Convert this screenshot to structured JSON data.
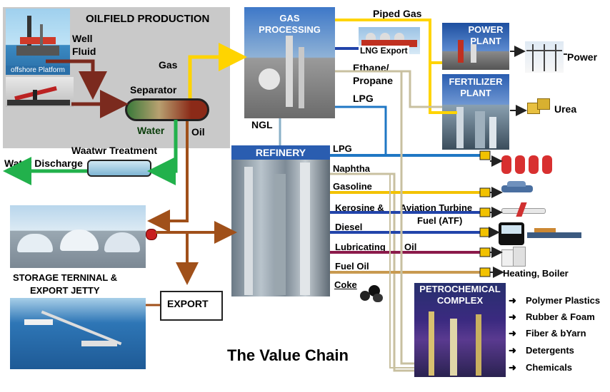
{
  "oilfield": {
    "title": "OILFIELD PRODUCTION",
    "offshore_label": "offshore Platform",
    "well_fluid_line1": "Well",
    "well_fluid_line2": "Fluid",
    "gas": "Gas",
    "separator": "Separator",
    "water": "Water",
    "oil": "Oil",
    "water_treatment": "Waatwr Treatment",
    "water_discharge": "Water Discharge"
  },
  "gas_processing": {
    "title_line1": "GAS",
    "title_line2": "PROCESSING",
    "piped_gas": "Piped Gas",
    "lng_export": "LNG Export",
    "ethane_line1": "Ethane/",
    "ethane_line2": "Propane",
    "lpg": "LPG",
    "ngl": "NGL"
  },
  "power_plant": {
    "title_line1": "POWER",
    "title_line2": "PLANT",
    "output": "Power"
  },
  "fertilizer_plant": {
    "title_line1": "FERTILIZER",
    "title_line2": "PLANT",
    "output": "Urea"
  },
  "refinery": {
    "title": "REFINERY",
    "products": {
      "lpg": "LPG",
      "naphtha": "Naphtha",
      "gasoline": "Gasoline",
      "kerosine": "Kerosine &",
      "aviation_line1": "Aviation Turbine",
      "aviation_line2": "Fuel (ATF)",
      "diesel": "Diesel",
      "lubricating": "Lubricating",
      "lube_oil": "Oil",
      "fuel_oil": "Fuel Oil",
      "coke": "Coke"
    },
    "heating": "Heating, Boiler"
  },
  "storage": {
    "line1": "STORAGE TERNINAL &",
    "line2": "EXPORT JETTY"
  },
  "export": "EXPORT",
  "petrochemical": {
    "title_line1": "PETROCHEMICAL",
    "title_line2": "COMPLEX",
    "outputs": [
      "Polymer Plastics",
      "Rubber & Foam",
      "Fiber & bYarn",
      "Detergents",
      "Chemicals"
    ]
  },
  "caption": "The Value Chain",
  "colors": {
    "gas_line": "#ffd400",
    "oil_line": "#a0501a",
    "water_line": "#22b14c",
    "well_fluid": "#7b2a1e",
    "lpg_line": "#1f77c4",
    "naphtha_line": "#c8c0a0",
    "gasoline_line": "#f2c200",
    "kerosine_line": "#2244aa",
    "lube_line": "#8b1a4a",
    "fueloil_line": "#c89a50",
    "refinery_header": "#2a5db0"
  }
}
